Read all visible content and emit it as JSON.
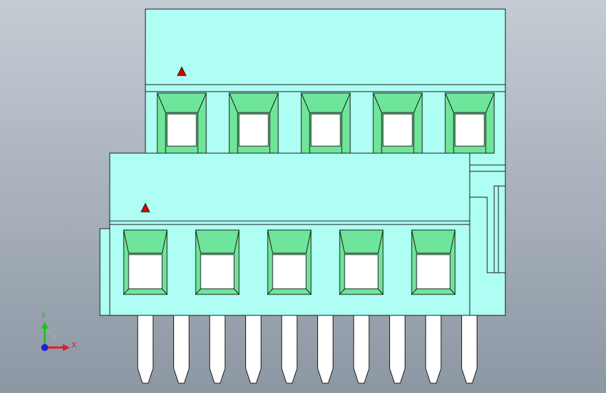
{
  "viewport": {
    "background_top": "#c4cbd3",
    "background_bottom": "#8c97a4"
  },
  "model": {
    "body_color": "#aefef3",
    "cavity_outer_color": "#6ee59a",
    "cavity_inner_color": "#ffffff",
    "edge_color": "#1a1a1a",
    "marker_color": "#e00000",
    "pin_color": "#ffffff",
    "upper_block": {
      "cavity_count": 5
    },
    "lower_block": {
      "cavity_count": 5
    },
    "pin_count": 10
  },
  "triad": {
    "x_label": "X",
    "y_label": "Y",
    "x_color": "#e02020",
    "y_color": "#20c020",
    "origin_color": "#2020e0"
  }
}
